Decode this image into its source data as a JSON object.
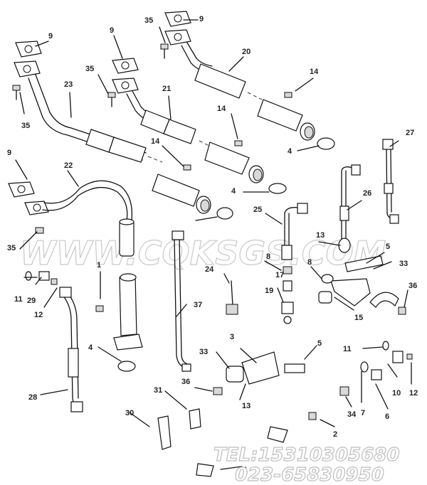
{
  "watermark": "WWW.CQKSGS.COM",
  "contact": {
    "tel": "TEL:15310305680",
    "phone": "023-65830950"
  },
  "callouts": [
    "9",
    "9",
    "35",
    "9",
    "20",
    "35",
    "35",
    "23",
    "21",
    "14",
    "14",
    "14",
    "27",
    "9",
    "22",
    "4",
    "4",
    "25",
    "26",
    "13",
    "35",
    "1",
    "5",
    "24",
    "8",
    "17",
    "33",
    "11",
    "29",
    "12",
    "19",
    "8",
    "36",
    "15",
    "37",
    "4",
    "3",
    "5",
    "33",
    "11",
    "36",
    "13",
    "28",
    "31",
    "30",
    "10",
    "12",
    "7",
    "6",
    "34",
    "2",
    "1"
  ]
}
